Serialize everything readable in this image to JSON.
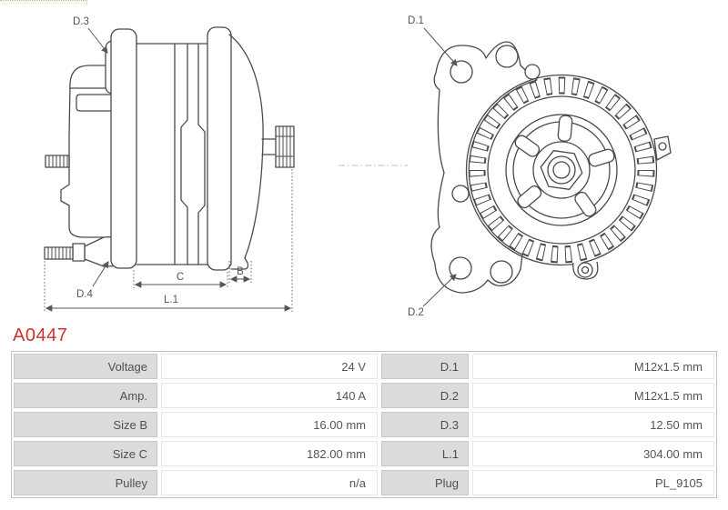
{
  "product": {
    "code": "A0447"
  },
  "colors": {
    "title": "#cc3333",
    "line_art": "#4a4a4a",
    "table_header_bg": "#dcdcdc",
    "table_text": "#555555"
  },
  "diagram": {
    "side_view": {
      "d3": "D.3",
      "d4": "D.4",
      "dim_c": "C",
      "dim_b": "B",
      "dim_l1": "L.1"
    },
    "front_view": {
      "d1": "D.1",
      "d2": "D.2"
    }
  },
  "spec_table": {
    "rows": [
      {
        "label_left": "Voltage",
        "value_left": "24 V",
        "label_right": "D.1",
        "value_right": "M12x1.5 mm"
      },
      {
        "label_left": "Amp.",
        "value_left": "140 A",
        "label_right": "D.2",
        "value_right": "M12x1.5 mm"
      },
      {
        "label_left": "Size B",
        "value_left": "16.00 mm",
        "label_right": "D.3",
        "value_right": "12.50 mm"
      },
      {
        "label_left": "Size C",
        "value_left": "182.00 mm",
        "label_right": "L.1",
        "value_right": "304.00 mm"
      },
      {
        "label_left": "Pulley",
        "value_left": "n/a",
        "label_right": "Plug",
        "value_right": "PL_9105"
      }
    ]
  }
}
